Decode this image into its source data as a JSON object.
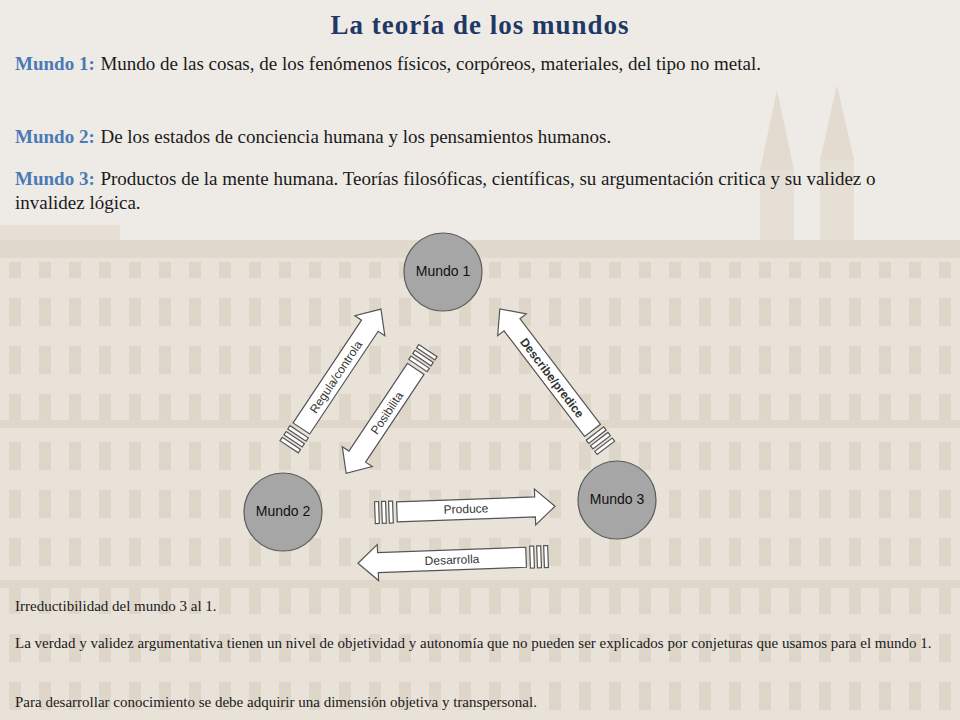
{
  "diagram": {
    "title": "La teoría de los mundos",
    "nodes": [
      {
        "text": [
          "Mundo 1"
        ]
      },
      {
        "text": [
          "Mundo 2"
        ]
      },
      {
        "text": [
          "Mundo 3"
        ]
      }
    ],
    "edges": [
      {
        "from": 1,
        "to": 0,
        "label": "Regula/controla",
        "arrow": "to"
      },
      {
        "from": 0,
        "to": 1,
        "label": "Posibilita",
        "arrow": "to"
      },
      {
        "from": 2,
        "to": 0,
        "label": "Describe/predice",
        "arrow": "to"
      },
      {
        "from": 1,
        "to": 2,
        "label": "Produce",
        "arrow": "to"
      },
      {
        "from": 2,
        "to": 1,
        "label": "Desarrolla",
        "arrow": "to"
      }
    ],
    "labels": [
      "Mundo 1:",
      "Mundo de las cosas, de los fenómenos físicos, corpóreos, materiales, del tipo no metal.",
      "Mundo 2:",
      "De los estados de conciencia humana y los pensamientos humanos.",
      "Mundo 3:",
      "Productos de la mente humana. Teorías filosóficas, científicas, su argumentación critica y su validez o invalidez lógica.",
      "Irreductibilidad del mundo 3 al 1.",
      "La verdad y validez argumentativa tienen un nivel de objetividad y autonomía que no pueden ser explicados por conjeturas que usamos para el mundo 1.",
      "Para desarrollar conocimiento se debe adquirir una dimensión objetiva y transpersonal."
    ]
  }
}
